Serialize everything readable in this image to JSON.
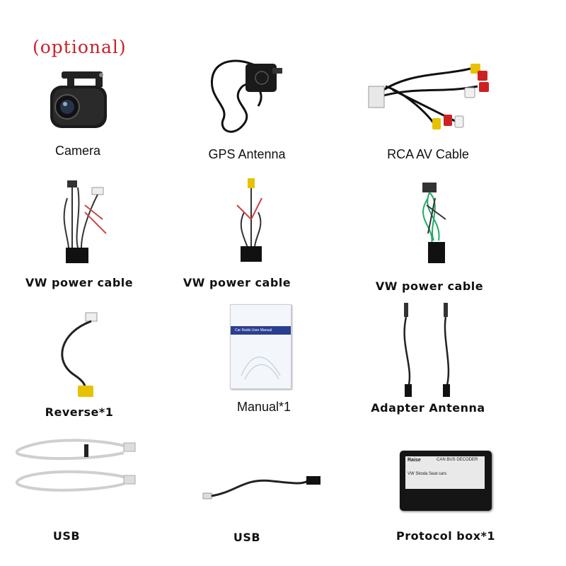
{
  "note": "(optional)",
  "items": [
    {
      "label": "Camera"
    },
    {
      "label": "GPS Antenna"
    },
    {
      "label": "RCA AV Cable"
    },
    {
      "label": "VW power cable"
    },
    {
      "label": "VW power cable"
    },
    {
      "label": "VW power cable"
    },
    {
      "label": "Reverse*1"
    },
    {
      "label": "Manual*1",
      "manual_title": "Car Radio User Manual"
    },
    {
      "label": "Adapter Antenna"
    },
    {
      "label": "USB"
    },
    {
      "label": "USB"
    },
    {
      "label": "Protocol box*1",
      "box_brand": "Raise",
      "box_title": "CAN BUS DECODER",
      "box_model": "VW Skoda Seat cars"
    }
  ]
}
